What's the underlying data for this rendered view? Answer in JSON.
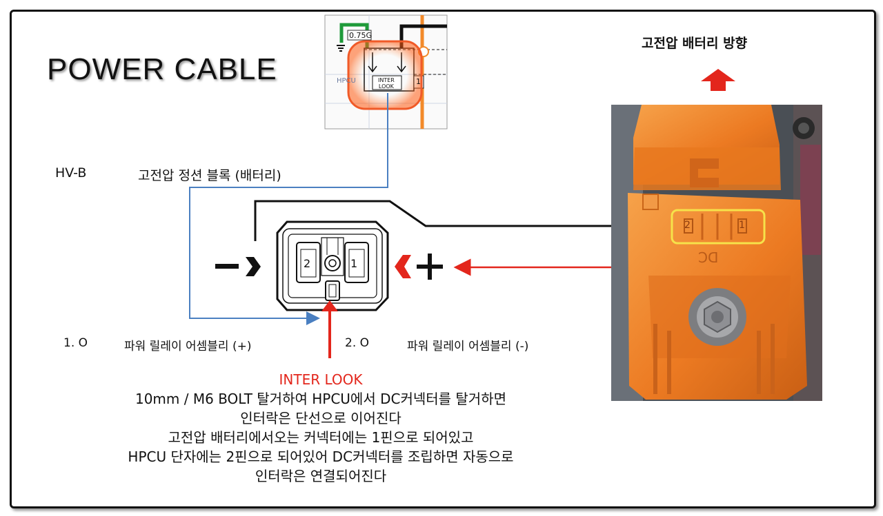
{
  "title": "POWER CABLE",
  "battery_direction": "고전압 배터리 방향",
  "schematic": {
    "wire_gauge": "0.75G",
    "component": "HPCU",
    "interlock_label_1": "INTER",
    "interlock_label_2": "LOOK",
    "pin_number": "1"
  },
  "block": {
    "code": "HV-B",
    "name": "고전압 정션 블록 (배터리)"
  },
  "connector": {
    "pin_left": "2",
    "pin_right": "1",
    "minus_sign": "−",
    "plus_sign": "+"
  },
  "pins": [
    {
      "num": "1. O",
      "desc": "파워 릴레이 어셈블리 (+)"
    },
    {
      "num": "2. O",
      "desc": "파워 릴레이 어셈블리 (-)"
    }
  ],
  "photo": {
    "mark_2": "2",
    "mark_1": "1",
    "mark_dc": "DC"
  },
  "notes": {
    "heading": "INTER LOOK",
    "lines": [
      "10mm / M6 BOLT 탈거하여 HPCU에서 DC커넥터를 탈거하면",
      "인터락은 단선으로 이어진다",
      "고전압 배터리에서오는 커넥터에는 1핀으로 되어있고",
      "HPCU 단자에는 2핀으로 되어있어 DC커넥터를 조립하면 자동으로",
      "인터락은 연결되어진다"
    ]
  },
  "colors": {
    "red": "#e3261c",
    "orange": "#f28a2a",
    "blue": "#4a7fc1",
    "green": "#1f9a3a"
  }
}
